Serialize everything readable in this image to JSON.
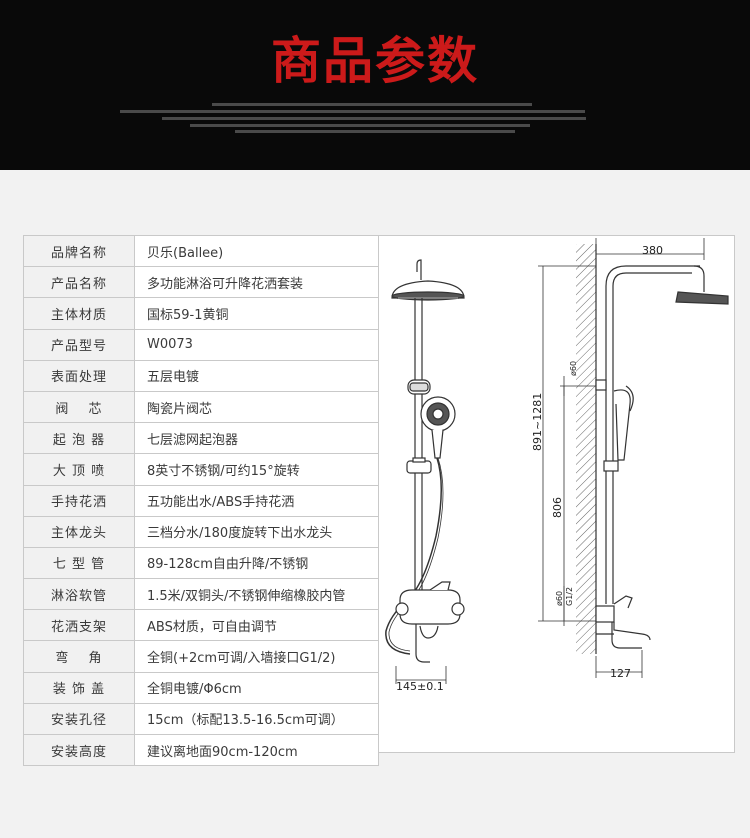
{
  "header": {
    "title": "商品参数"
  },
  "specs": [
    {
      "label": "品牌名称",
      "value": "贝乐(Ballee)"
    },
    {
      "label": "产品名称",
      "value": "多功能淋浴可升降花洒套装"
    },
    {
      "label": "主体材质",
      "value": "国标59-1黄铜"
    },
    {
      "label": "产品型号",
      "value": "W0073"
    },
    {
      "label": "表面处理",
      "value": "五层电镀"
    },
    {
      "label": "阀　 芯",
      "value": "陶瓷片阀芯"
    },
    {
      "label": "起 泡 器",
      "value": "七层滤网起泡器"
    },
    {
      "label": "大 顶 喷",
      "value": "8英寸不锈钢/可约15°旋转"
    },
    {
      "label": "手持花洒",
      "value": "五功能出水/ABS手持花洒"
    },
    {
      "label": "主体龙头",
      "value": "三档分水/180度旋转下出水龙头"
    },
    {
      "label": "七 型 管",
      "value": "89-128cm自由升降/不锈钢"
    },
    {
      "label": "淋浴软管",
      "value": "1.5米/双铜头/不锈钢伸缩橡胶内管"
    },
    {
      "label": "花洒支架",
      "value": "ABS材质，可自由调节"
    },
    {
      "label": "弯　 角",
      "value": "全铜(+2cm可调/入墙接口G1/2)"
    },
    {
      "label": "装 饰 盖",
      "value": "全铜电镀/Φ6cm"
    },
    {
      "label": "安装孔径",
      "value": "15cm（标配13.5-16.5cm可调）"
    },
    {
      "label": "安装高度",
      "value": "建议离地面90cm-120cm"
    }
  ],
  "drawing": {
    "dim_top": "380",
    "dim_total": "891~1281",
    "dim_lower": "806",
    "dim_d60_upper": "ø60",
    "dim_d60_lower": "ø60",
    "dim_g12": "G1/2",
    "dim_spout": "127",
    "dim_center": "145±0.1"
  }
}
